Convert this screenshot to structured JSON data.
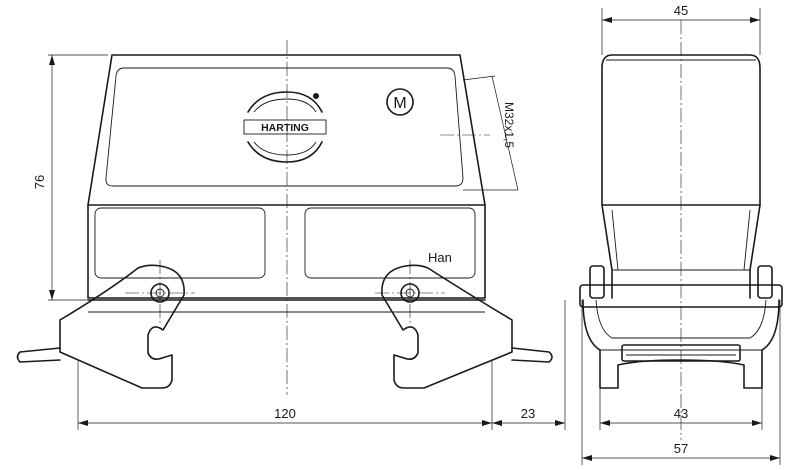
{
  "dimensions": {
    "height_side": "76",
    "width_front": "120",
    "extension": "23",
    "width_side_top": "45",
    "width_side_inner": "43",
    "width_side_outer": "57",
    "thread": "M32x1,5"
  },
  "logo": {
    "brand": "HARTING",
    "badge": "M",
    "series": "Han"
  },
  "colors": {
    "stroke": "#1a1a1a",
    "background": "#ffffff"
  }
}
